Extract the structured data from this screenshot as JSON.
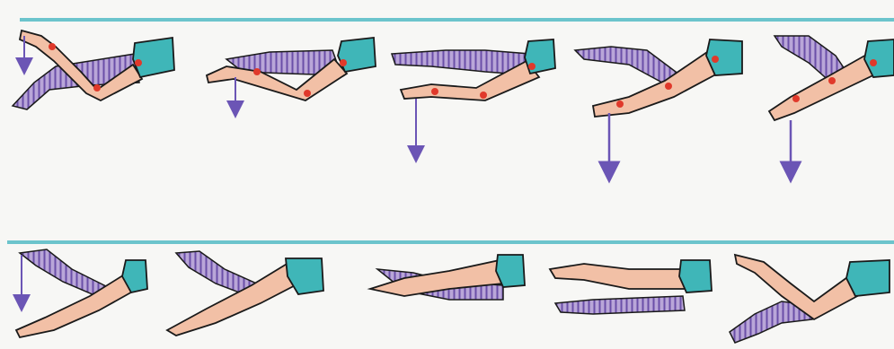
{
  "colors": {
    "background": "#f7f7f5",
    "water_line": "#6cc4cc",
    "skin": "#f2c0a6",
    "shorts": "#3fb6b8",
    "stripe_fill": "#b9a6d8",
    "stripe_line": "#6a4fa8",
    "joint": "#e0392b",
    "arrow": "#6b55b5",
    "outline": "#1a1a1a"
  },
  "rows": [
    {
      "id": "top",
      "figures": [
        {
          "phase": 1,
          "arrow": "down",
          "joints": 3
        },
        {
          "phase": 2,
          "arrow": "down",
          "joints": 3
        },
        {
          "phase": 3,
          "arrow": "down",
          "joints": 3
        },
        {
          "phase": 4,
          "arrow": "down",
          "joints": 3
        },
        {
          "phase": 5,
          "arrow": "down",
          "joints": 3
        }
      ]
    },
    {
      "id": "bottom",
      "figures": [
        {
          "phase": 1,
          "arrow": "down",
          "joints": 0
        },
        {
          "phase": 2,
          "arrow": "none",
          "joints": 0
        },
        {
          "phase": 3,
          "arrow": "none",
          "joints": 0
        },
        {
          "phase": 4,
          "arrow": "none",
          "joints": 0
        },
        {
          "phase": 5,
          "arrow": "none",
          "joints": 0
        }
      ]
    }
  ]
}
